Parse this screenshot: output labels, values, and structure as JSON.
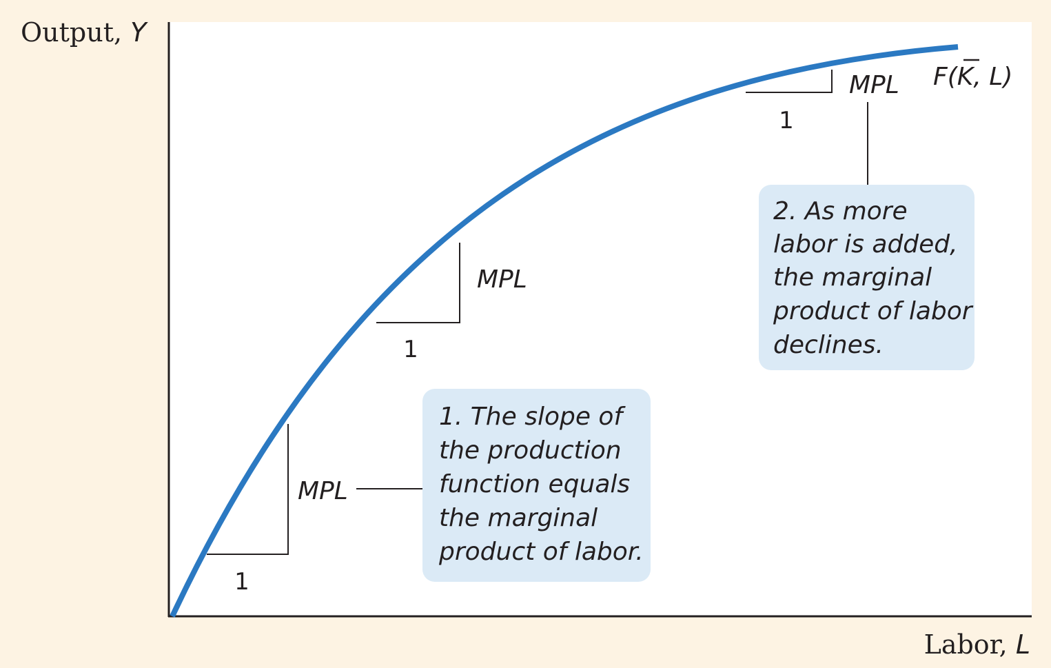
{
  "axes": {
    "y_label_prefix": "Output, ",
    "y_label_var": "Y",
    "x_label_prefix": "Labor, ",
    "x_label_var": "L"
  },
  "curve": {
    "label_prefix": "F(",
    "label_K": "K",
    "label_suffix": ", L)",
    "color": "#2b79c2"
  },
  "triangles": [
    {
      "mpl": "MPL",
      "run": "1"
    },
    {
      "mpl": "MPL",
      "run": "1"
    },
    {
      "mpl": "MPL",
      "run": "1"
    }
  ],
  "callouts": [
    {
      "lines": [
        "1. The slope of",
        "the production",
        "function equals",
        "the marginal",
        "product of labor."
      ]
    },
    {
      "lines": [
        "2. As more",
        "labor is added,",
        "the marginal",
        "product of labor",
        "declines."
      ]
    }
  ],
  "colors": {
    "background": "#fdf3e3",
    "plot_background": "#ffffff",
    "callout_fill": "#dbeaf6",
    "ink": "#231f20"
  }
}
